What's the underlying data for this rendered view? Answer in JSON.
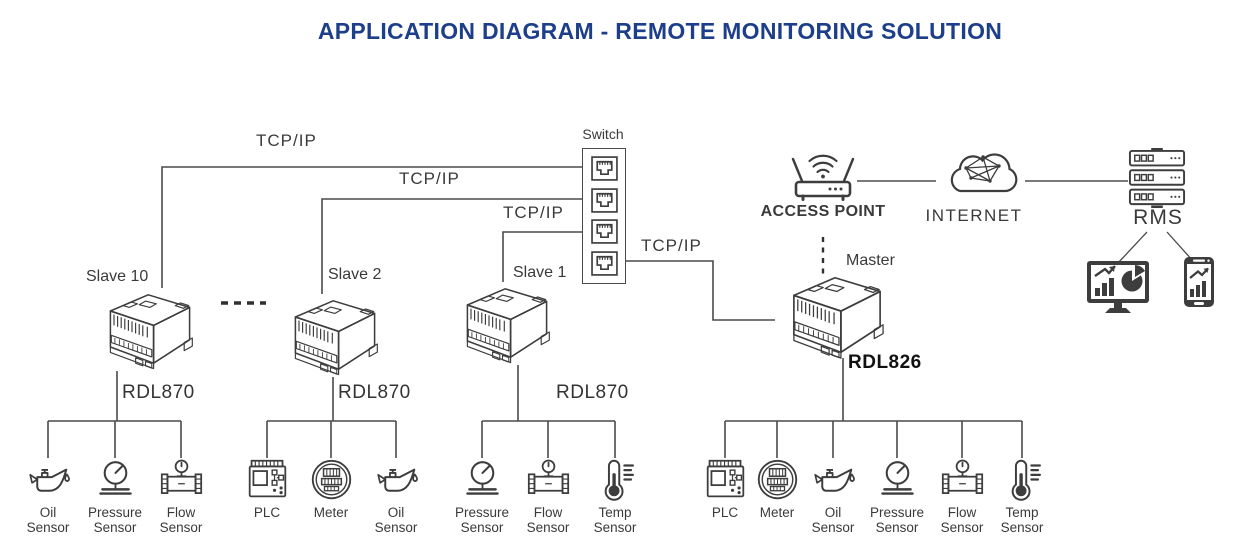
{
  "header": {
    "title": "APPLICATION DIAGRAM - REMOTE MONITORING SOLUTION",
    "title_color": "#1d3e8a"
  },
  "network": {
    "switch_label": "Switch",
    "links": [
      {
        "label": "TCP/IP",
        "to": "Slave 10"
      },
      {
        "label": "TCP/IP",
        "to": "Slave 2"
      },
      {
        "label": "TCP/IP",
        "to": "Slave 1"
      },
      {
        "label": "TCP/IP",
        "to": "Master"
      }
    ]
  },
  "devices": {
    "slaves": [
      {
        "name": "Slave 10",
        "model": "RDL870",
        "icon": "din-rail-device-icon"
      },
      {
        "name": "Slave 2",
        "model": "RDL870",
        "icon": "din-rail-device-icon"
      },
      {
        "name": "Slave 1",
        "model": "RDL870",
        "icon": "din-rail-device-icon"
      }
    ],
    "master": {
      "name": "Master",
      "model": "RDL826",
      "icon": "din-rail-device-icon"
    }
  },
  "cloud": {
    "access_point_label": "ACCESS POINT",
    "internet_label": "INTERNET",
    "rms_label": "RMS",
    "icons": [
      "wifi-router-icon",
      "internet-cloud-icon",
      "server-stack-icon",
      "monitor-dashboard-icon",
      "smartphone-dashboard-icon"
    ]
  },
  "sensor_rows": [
    {
      "owner": "Slave 10",
      "sensors": [
        {
          "icon": "oil-can-icon",
          "label": "Oil\nSensor"
        },
        {
          "icon": "pressure-gauge-icon",
          "label": "Pressure\nSensor"
        },
        {
          "icon": "flow-meter-icon",
          "label": "Flow\nSensor"
        }
      ]
    },
    {
      "owner": "Slave 2",
      "sensors": [
        {
          "icon": "plc-icon",
          "label": "PLC"
        },
        {
          "icon": "energy-meter-icon",
          "label": "Meter"
        },
        {
          "icon": "oil-can-icon",
          "label": "Oil\nSensor"
        }
      ]
    },
    {
      "owner": "Slave 1",
      "sensors": [
        {
          "icon": "pressure-gauge-icon",
          "label": "Pressure\nSensor"
        },
        {
          "icon": "flow-meter-icon",
          "label": "Flow\nSensor"
        },
        {
          "icon": "thermometer-icon",
          "label": "Temp\nSensor"
        }
      ]
    },
    {
      "owner": "Master",
      "sensors": [
        {
          "icon": "plc-icon",
          "label": "PLC"
        },
        {
          "icon": "energy-meter-icon",
          "label": "Meter"
        },
        {
          "icon": "oil-can-icon",
          "label": "Oil\nSensor"
        },
        {
          "icon": "pressure-gauge-icon",
          "label": "Pressure\nSensor"
        },
        {
          "icon": "flow-meter-icon",
          "label": "Flow\nSensor"
        },
        {
          "icon": "thermometer-icon",
          "label": "Temp\nSensor"
        }
      ]
    }
  ],
  "colors": {
    "title": "#1d3e8a",
    "line": "#4a4a4a",
    "icon": "#3d3d3d"
  }
}
